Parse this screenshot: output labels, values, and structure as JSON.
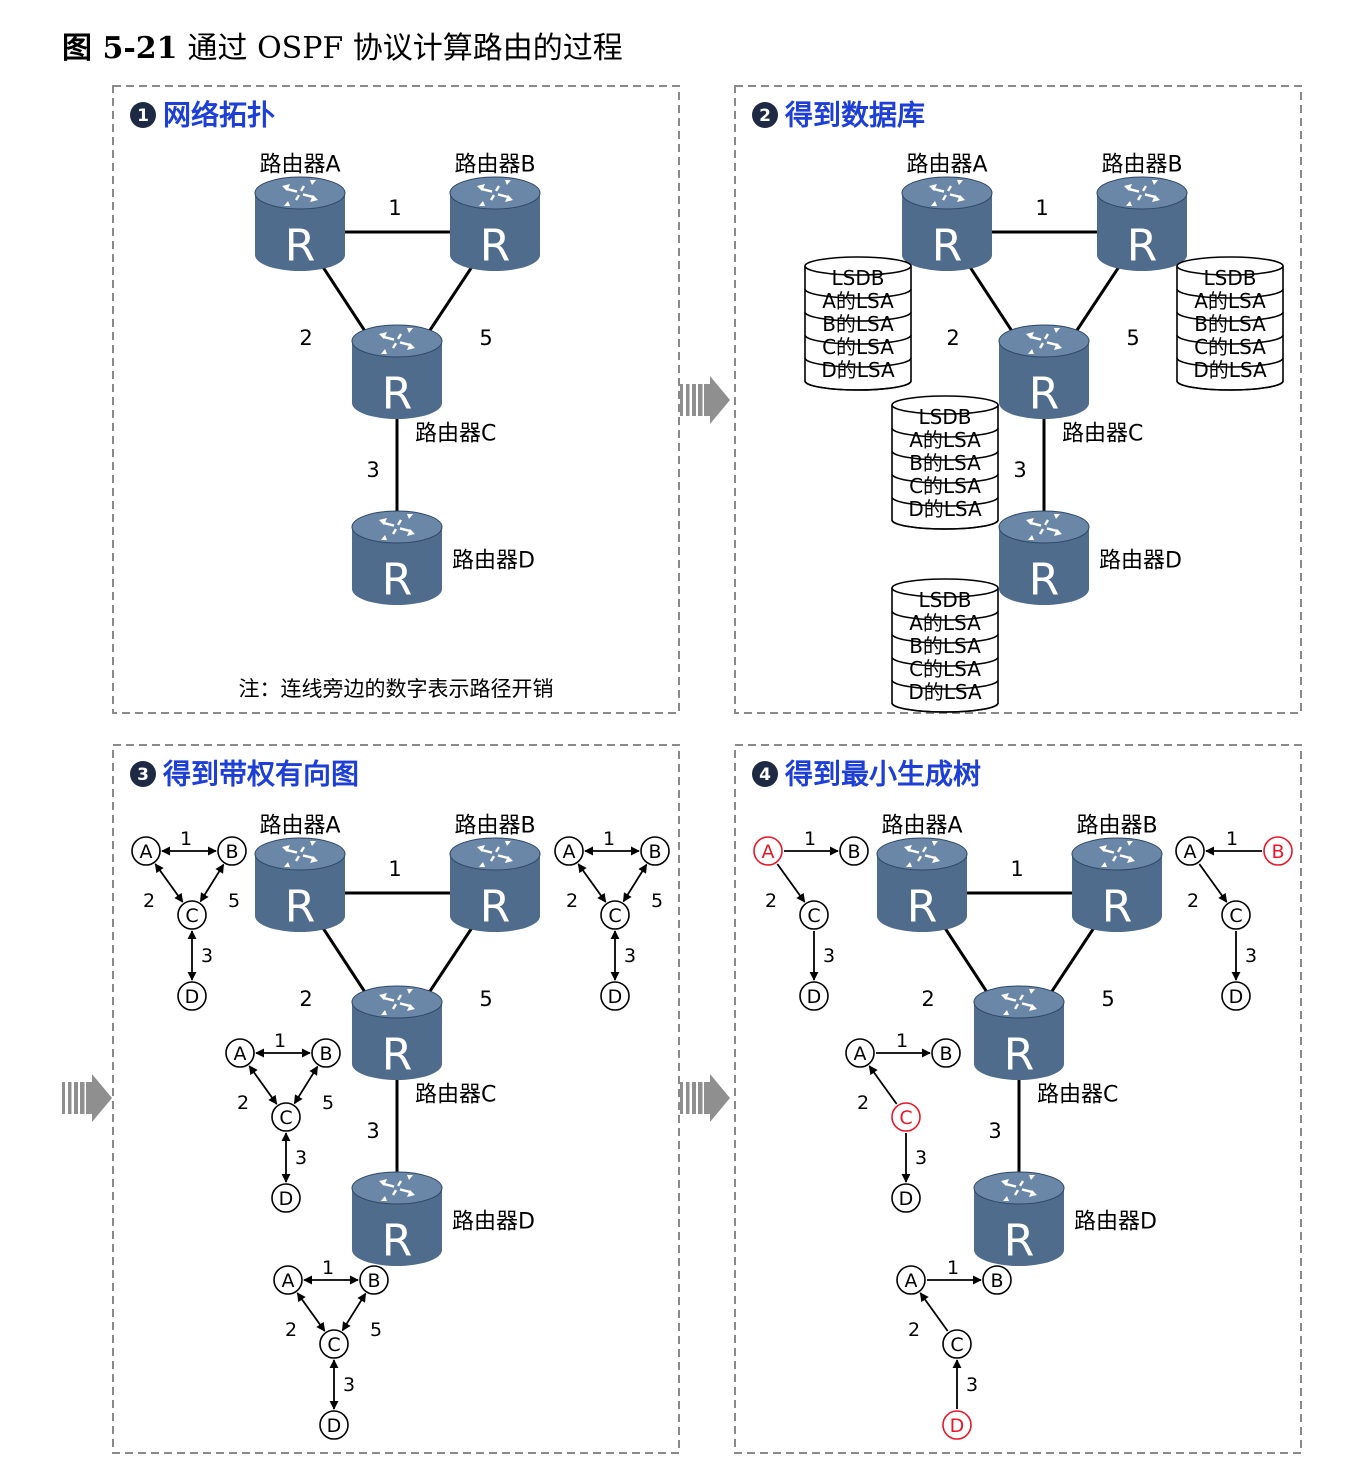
{
  "figure": {
    "label": "图 5-21",
    "title": "通过 OSPF 协议计算路由的过程"
  },
  "router_glyph": "R",
  "routers": {
    "A": "路由器A",
    "B": "路由器B",
    "C": "路由器C",
    "D": "路由器D"
  },
  "costs": {
    "AB": "1",
    "AC": "2",
    "BC": "5",
    "CD": "3"
  },
  "node_letters": {
    "A": "A",
    "B": "B",
    "C": "C",
    "D": "D"
  },
  "lsdb": {
    "header": "LSDB",
    "rows": [
      "A的LSA",
      "B的LSA",
      "C的LSA",
      "D的LSA"
    ]
  },
  "panels": [
    {
      "number": "1",
      "title": "网络拓扑"
    },
    {
      "number": "2",
      "title": "得到数据库"
    },
    {
      "number": "3",
      "title": "得到带权有向图"
    },
    {
      "number": "4",
      "title": "得到最小生成树"
    }
  ],
  "note": "注：连线旁边的数字表示路径开销",
  "colors": {
    "router_body": "#4f6c8c",
    "router_top": "#6a87a7",
    "panel_title": "#1d3fd6",
    "highlight": "#e8182a",
    "border": "#8a8a8a"
  }
}
